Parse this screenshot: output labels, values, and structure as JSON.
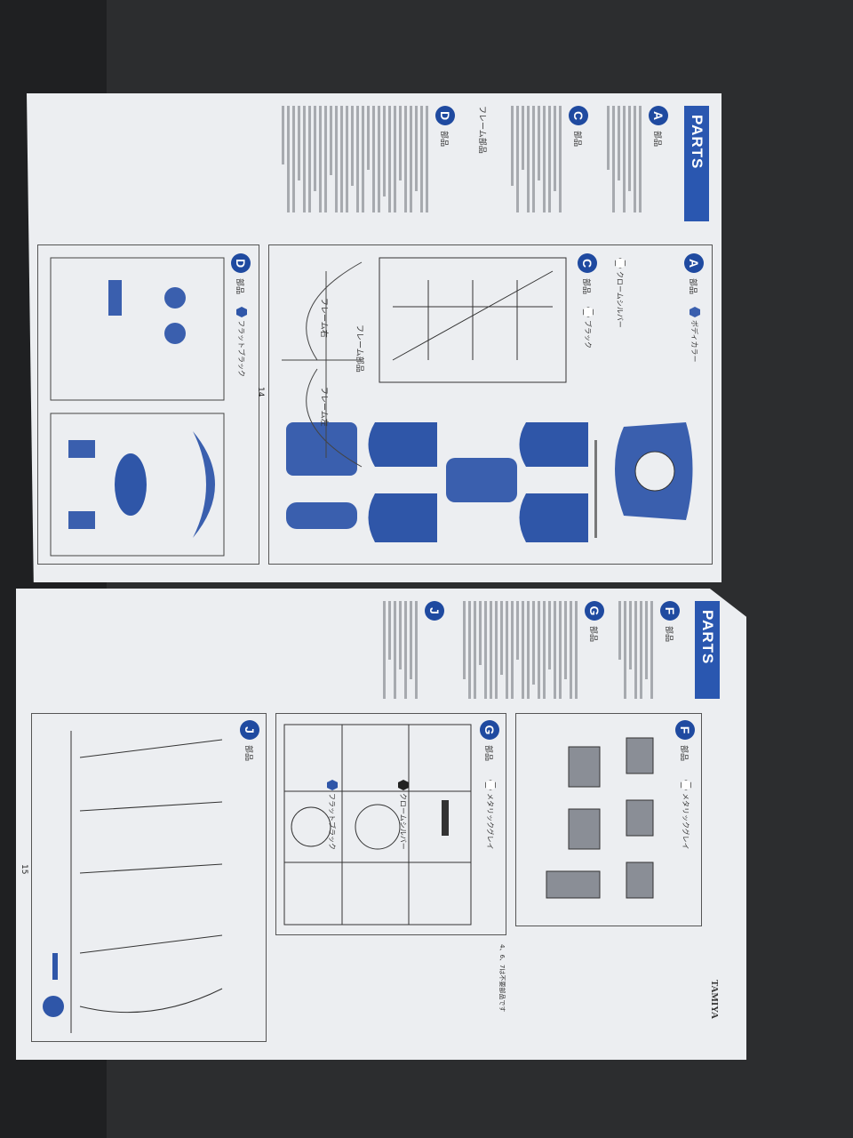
{
  "page14": {
    "header": "PARTS",
    "page_number": "14",
    "sections": [
      {
        "letter": "A",
        "label": "部品"
      },
      {
        "letter": "C",
        "label": "部品"
      },
      {
        "letter": "D",
        "label": "部品"
      }
    ],
    "paints": {
      "A": "ボディカラー",
      "frame": "クロームシルバー",
      "C": "ブラック",
      "D": "フラットブラック"
    },
    "frame_label": "フレーム部品",
    "frame_right": "フレーム右",
    "frame_left": "フレーム左"
  },
  "page15": {
    "header": "PARTS",
    "page_number": "15",
    "brand": "TAMIYA",
    "sections": [
      {
        "letter": "F",
        "label": "部品"
      },
      {
        "letter": "G",
        "label": "部品"
      },
      {
        "letter": "J",
        "label": "部品"
      }
    ],
    "paints": {
      "F": "メタリックグレイ",
      "G1": "メタリックグレイ",
      "G2": "クロームシルバー",
      "G3": "フラットブラック"
    },
    "note": "4、6、7は不要部品です"
  },
  "colors": {
    "accent": "#2a57b0",
    "part_blue": "#3a5fae",
    "paper": "#eceef1",
    "background": "#2c2d2f"
  }
}
